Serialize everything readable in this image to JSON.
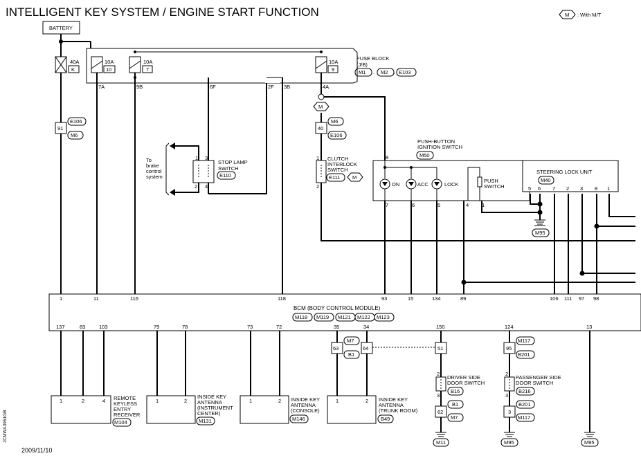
{
  "title": "INTELLIGENT KEY SYSTEM / ENGINE START FUNCTION",
  "legend": {
    "code": "M",
    "text": ": With M/T"
  },
  "battery": "BATTERY",
  "fuses": [
    {
      "amp": "40A",
      "id": "K"
    },
    {
      "amp": "10A",
      "id": "10"
    },
    {
      "amp": "10A",
      "id": "7"
    },
    {
      "amp": "10A",
      "id": "9"
    }
  ],
  "fuse_block": {
    "name1": "FUSE BLOCK",
    "name2": "(J/B)",
    "conns": [
      "M1",
      "M2",
      "E103"
    ]
  },
  "fb_pins": [
    "7A",
    "9B",
    "6F",
    "2F",
    "3B",
    "4A"
  ],
  "mt_tag": "M",
  "conn_e106_a": "E106",
  "conn_m6_a": "M6",
  "pin_91": "91",
  "conn_m6_b": "M6",
  "pin_40": "40",
  "conn_e106_b": "E106",
  "brake": [
    "To",
    "brake",
    "control",
    "system"
  ],
  "stop_lamp": {
    "name1": "STOP LAMP",
    "name2": "SWITCH",
    "conn": "E110",
    "pins": [
      "1",
      "3",
      "2",
      "4"
    ]
  },
  "clutch": {
    "name1": "CLUTCH",
    "name2": "INTERLOCK",
    "name3": "SWITCH",
    "conn": "E111",
    "tag": "M",
    "pins": [
      "1",
      "2"
    ]
  },
  "push_button": {
    "name1": "PUSH-BUTTON",
    "name2": "IGNITION SWITCH",
    "conn": "M50",
    "top_pin": "8",
    "labels": [
      "ON",
      "ACC",
      "LOCK"
    ],
    "push1": "PUSH",
    "push2": "SWITCH",
    "bottom_pins": [
      "7",
      "6",
      "5",
      "4",
      "1"
    ]
  },
  "steering_lock": {
    "name": "STEERING LOCK UNIT",
    "conn": "M40",
    "pins": [
      "5",
      "6",
      "7",
      "2",
      "3",
      "8",
      "1"
    ]
  },
  "ground_m95_a": "M95",
  "bcm": {
    "name": "BCM (BODY CONTROL MODULE)",
    "conns": [
      "M118",
      "M119",
      "M121",
      "M122",
      "M123"
    ],
    "top_pins": [
      "1",
      "11",
      "116",
      "118",
      "93",
      "15",
      "134",
      "89",
      "106",
      "111",
      "97",
      "98"
    ],
    "bottom_pins": [
      "137",
      "83",
      "103",
      "79",
      "78",
      "73",
      "72",
      "35",
      "34",
      "150",
      "124",
      "13"
    ]
  },
  "jc_m7_a": "M7",
  "jc_pin63": "63",
  "jc_pin64": "64",
  "jc_b1_a": "B1",
  "pin_51": "51",
  "pin_95": "95",
  "conn_m117_a": "M117",
  "conn_b201_a": "B201",
  "remote": {
    "name": [
      "REMOTE",
      "KEYLESS",
      "ENTRY",
      "RECEIVER"
    ],
    "conn": "M104",
    "pins": [
      "1",
      "2",
      "4"
    ]
  },
  "ant_inst": {
    "name": [
      "INSIDE KEY",
      "ANTENNA",
      "(INSTRUMENT",
      "CENTER)"
    ],
    "conn": "M131",
    "pins": [
      "1",
      "2"
    ]
  },
  "ant_cons": {
    "name": [
      "INSIDE KEY",
      "ANTENNA",
      "(CONSOLE)"
    ],
    "conn": "M146",
    "pins": [
      "1",
      "2"
    ]
  },
  "ant_trunk": {
    "name": [
      "INSIDE KEY",
      "ANTENNA",
      "(TRUNK ROOM)"
    ],
    "conn": "B49",
    "pins": [
      "1",
      "2"
    ]
  },
  "driver_door": {
    "name1": "DRIVER SIDE",
    "name2": "DOOR SWITCH",
    "conn": "B16",
    "pins": [
      "2",
      "3"
    ]
  },
  "conn_b1_b": "B1",
  "pin_62": "62",
  "conn_m7_b": "M7",
  "ground_m11": "M11",
  "pass_door": {
    "name1": "PASSENGER SIDE",
    "name2": "DOOR SWITCH",
    "conn": "B216",
    "pins": [
      "2",
      "3"
    ]
  },
  "conn_b201_b": "B201",
  "pin_3": "3",
  "conn_m117_b": "M117",
  "ground_m95_b": "M95",
  "ground_m95_c": "M95",
  "date": "2009/11/10",
  "code": "JCMWA3951GB"
}
